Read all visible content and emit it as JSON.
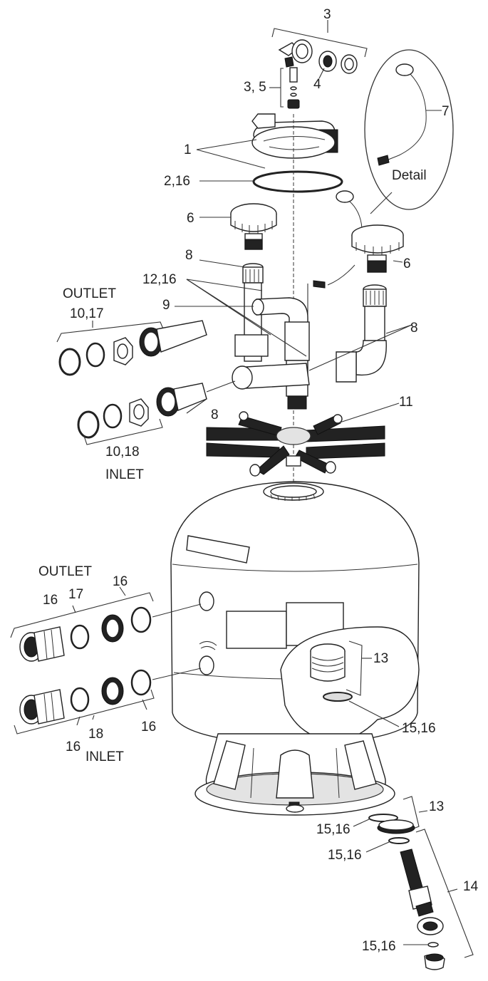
{
  "labels": {
    "l3": "3",
    "l35": "3, 5",
    "l4": "4",
    "l7": "7",
    "detail": "Detail",
    "l1": "1",
    "l216": "2,16",
    "l6a": "6",
    "l6b": "6",
    "l8a": "8",
    "l1216": "12,16",
    "outlet_top": "OUTLET",
    "l9": "9",
    "l1017": "10,17",
    "l8b": "8",
    "l8c": "8",
    "l11": "11",
    "l1018": "10,18",
    "inlet_top": "INLET",
    "outlet_side": "OUTLET",
    "l16a": "16",
    "l17": "17",
    "l16b": "16",
    "l13a": "13",
    "l1516a": "15,16",
    "l16c": "16",
    "l18": "18",
    "l16d": "16",
    "inlet_side": "INLET",
    "l13b": "13",
    "l1516b": "15,16",
    "l1516c": "15,16",
    "l14": "14",
    "l1516d": "15,16"
  }
}
